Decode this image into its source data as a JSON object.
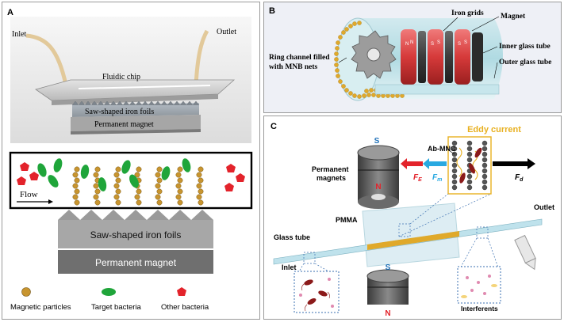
{
  "panel_a": {
    "letter": "A",
    "inlet": "Inlet",
    "outlet": "Outlet",
    "fluidic_chip": "Fluidic chip",
    "saw_foils_3d": "Saw-shaped iron foils",
    "magnet_3d": "Permanent magnet",
    "flow": "Flow",
    "saw_foils": "Saw-shaped iron foils",
    "magnet": "Permanent magnet",
    "legend": [
      {
        "label": "Magnetic particles",
        "color": "#c8952f"
      },
      {
        "label": "Target bacteria",
        "color": "#1fa53a"
      },
      {
        "label": "Other bacteria",
        "color": "#e3232b"
      }
    ]
  },
  "panel_b": {
    "letter": "B",
    "iron_grids": "Iron grids",
    "magnet": "Magnet",
    "inner_tube": "Inner glass tube",
    "outer_tube": "Outer glass tube",
    "ring_channel_1": "Ring channel filled",
    "ring_channel_2": "with MNB nets"
  },
  "panel_c": {
    "letter": "C",
    "eddy_current": "Eddy current",
    "ab_mnc": "Ab-MNC",
    "force_e": "F",
    "force_e_sub": "E",
    "force_m": "F",
    "force_m_sub": "m",
    "force_d": "F",
    "force_d_sub": "d",
    "permanent_1": "Permanent",
    "permanent_2": "magnets",
    "pole_s_top": "S",
    "pole_n_top": "N",
    "pole_s_bottom": "S",
    "pole_n_bottom": "N",
    "pmma": "PMMA",
    "glass_tube": "Glass tube",
    "inlet": "Inlet",
    "outlet": "Outlet",
    "interferents": "Interferents"
  }
}
